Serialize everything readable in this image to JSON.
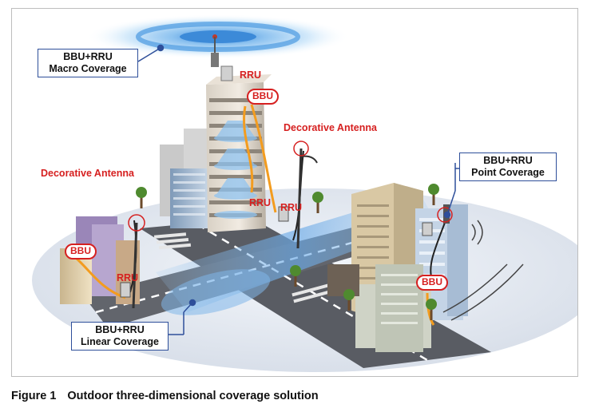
{
  "callouts": {
    "macro": {
      "line1": "BBU+RRU",
      "line2": "Macro Coverage"
    },
    "point": {
      "line1": "BBU+RRU",
      "line2": "Point Coverage"
    },
    "linear": {
      "line1": "BBU+RRU",
      "line2": "Linear Coverage"
    }
  },
  "labels": {
    "decorative_antenna": "Decorative Antenna",
    "rru": "RRU",
    "bbu": "BBU"
  },
  "caption": {
    "number": "Figure 1",
    "text": "Outdoor three-dimensional coverage solution"
  },
  "colors": {
    "callout_border": "#2e4f9a",
    "label_red": "#d62020",
    "fiber_orange": "#f39c1f",
    "ground": "#dfe6f0"
  }
}
